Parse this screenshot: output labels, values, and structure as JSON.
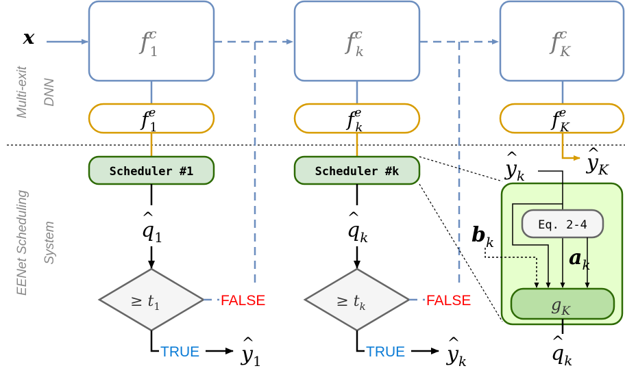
{
  "input_label": "x",
  "side_labels": {
    "multi_exit_line1": "Multi-exit",
    "multi_exit_line2": "DNN",
    "scheduling_line1": "EENet Scheduling",
    "scheduling_line2": "System"
  },
  "blocks": {
    "f1c": {
      "base": "f",
      "sub": "1",
      "sup": "c"
    },
    "fkc": {
      "base": "f",
      "sub": "k",
      "sup": "c"
    },
    "fKc": {
      "base": "f",
      "sub": "K",
      "sup": "c"
    },
    "f1e": {
      "base": "f",
      "sub": "1",
      "sup": "e"
    },
    "fke": {
      "base": "f",
      "sub": "k",
      "sup": "e"
    },
    "fKe": {
      "base": "f",
      "sub": "K",
      "sup": "e"
    }
  },
  "schedulers": {
    "s1": "Scheduler #1",
    "sk": "Scheduler #k"
  },
  "scores": {
    "q1": {
      "base": "q",
      "sub": "1"
    },
    "qk": {
      "base": "q",
      "sub": "k"
    }
  },
  "decisions": {
    "d1": {
      "text": "≥ t",
      "sub": "1"
    },
    "dk": {
      "text": "≥ t",
      "sub": "k"
    }
  },
  "branches": {
    "false_label": "FALSE",
    "true_label": "TRUE"
  },
  "outputs": {
    "y1": {
      "base": "y",
      "sub": "1"
    },
    "yk": {
      "base": "y",
      "sub": "k"
    },
    "yK": {
      "base": "y",
      "sub": "K"
    }
  },
  "detail": {
    "y_in": {
      "base": "y",
      "sub": "k"
    },
    "b": {
      "base": "b",
      "sub": "k"
    },
    "a": {
      "base": "a",
      "sub": "k"
    },
    "eq_label": "Eq. 2-4",
    "g": {
      "base": "g",
      "sub": "K"
    },
    "q_out": {
      "base": "q",
      "sub": "k"
    }
  },
  "colors": {
    "blue": "#6c8ebf",
    "orange": "#d79b00",
    "green_fill": "#d5e8d4",
    "green_stroke": "#2d6a04",
    "false_red": "#ff0000",
    "true_blue": "#0a7bd6"
  }
}
